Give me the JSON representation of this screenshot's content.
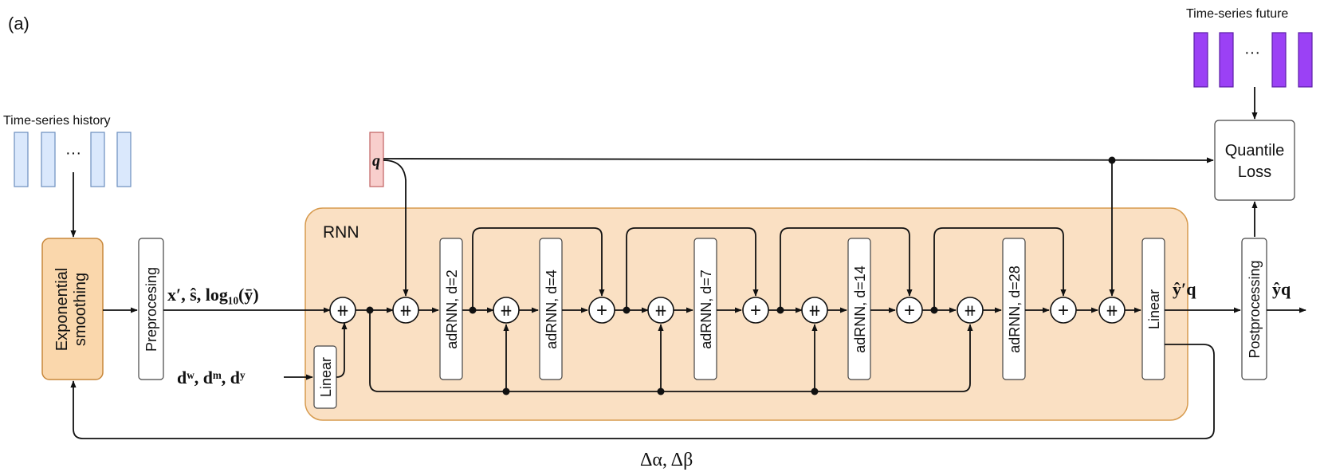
{
  "panel_label": "(a)",
  "history": {
    "label": "Time-series history",
    "dots": "···",
    "color": "#dae8fc",
    "stroke": "#6c8ebf"
  },
  "future": {
    "label": "Time-series future",
    "dots": "···",
    "color": "#9b41f5",
    "stroke": "#5a1fa5"
  },
  "exp_smoothing": {
    "line1": "Exponential",
    "line2": "smoothing",
    "fill": "#fad7ac",
    "stroke": "#c8873a"
  },
  "preprocessing": {
    "label": "Preprocesing"
  },
  "rnn": {
    "label": "RNN",
    "fill": "#fae0c3",
    "stroke": "#d79b4f"
  },
  "q_input": {
    "label": "q",
    "fill": "#f8cecc",
    "stroke": "#c06060"
  },
  "features_label": "x′, ŝ, log₁₀(ȳ)",
  "dummies_label": "dʷ, dᵐ, dʸ",
  "linear_in": {
    "label": "Linear"
  },
  "blocks": [
    {
      "label": "adRNN, d=2"
    },
    {
      "label": "adRNN, d=4"
    },
    {
      "label": "adRNN, d=7"
    },
    {
      "label": "adRNN, d=14"
    },
    {
      "label": "adRNN, d=28"
    }
  ],
  "linear_out": {
    "label": "Linear"
  },
  "yq_prime_label": "ŷ′q",
  "postprocessing": {
    "label": "Postprocessing"
  },
  "yq_label": "ŷq",
  "quantile_loss": {
    "line1": "Quantile",
    "line2": "Loss"
  },
  "feedback_label": "Δα, Δβ",
  "concat_symbol": "⧺",
  "add_symbol": "+"
}
